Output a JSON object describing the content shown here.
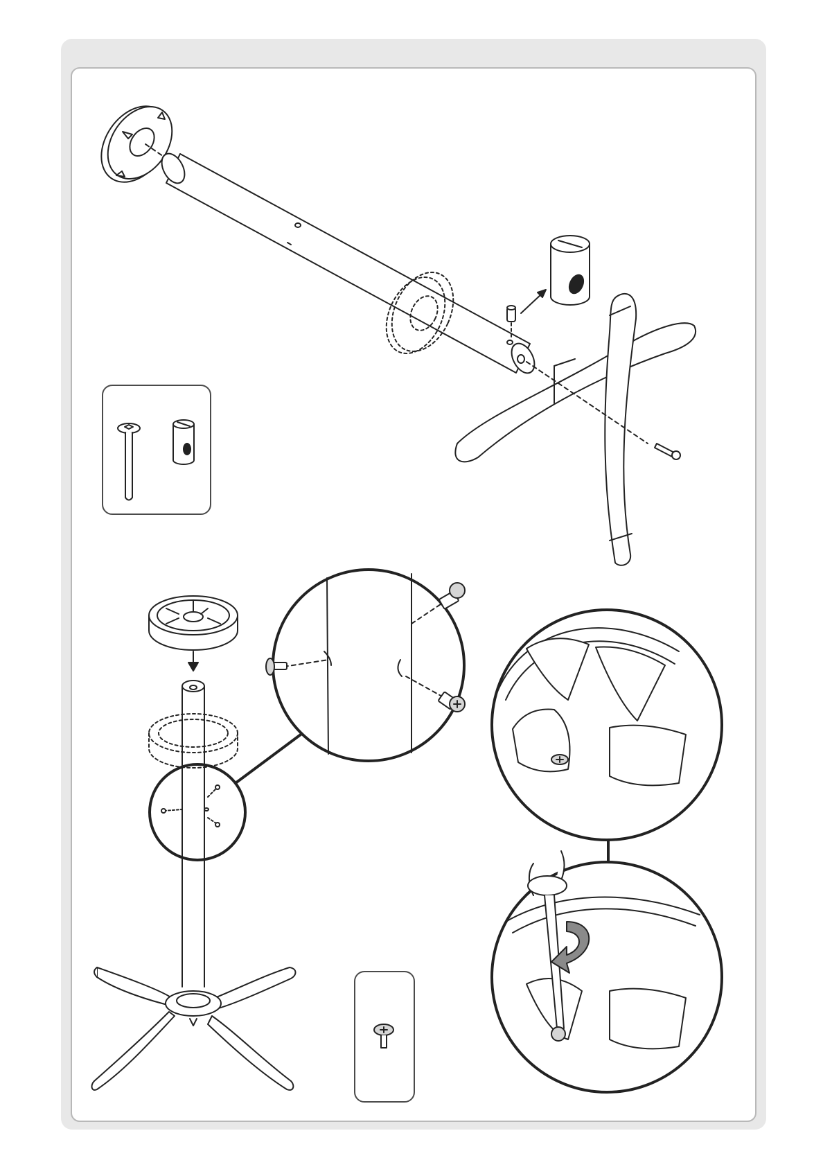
{
  "document": {
    "type": "assembly-instructions",
    "text_labels": []
  },
  "colors": {
    "page_background": "#ffffff",
    "frame_outer": "#e8e8e8",
    "frame_inner": "#ffffff",
    "frame_border": "#b8b8b8",
    "line": "#222222",
    "part_fill": "#ffffff",
    "shade": "#d6d6d6",
    "rotation_arrow": "#8a8a8a",
    "parts_box_border": "#4a4a4a"
  },
  "steps": [
    {
      "id": "step-1-column-to-base",
      "parts": [
        "top-flange",
        "column-tube",
        "cross-base",
        "barrel-nut",
        "connector-bolt"
      ]
    },
    {
      "id": "step-2-hub-and-screws",
      "parts": [
        "hub-ring",
        "column",
        "four-leg-base",
        "flange-screws"
      ]
    }
  ],
  "parts_boxes": [
    {
      "id": "hardware-box-1",
      "items": [
        "connector-bolt-icon",
        "barrel-nut-icon"
      ]
    },
    {
      "id": "hardware-box-2",
      "items": [
        "phillips-screw-icon"
      ]
    }
  ],
  "details": [
    "screw-detail-magnifier",
    "hub-detail-magnifier",
    "screwdriver-detail-magnifier"
  ]
}
